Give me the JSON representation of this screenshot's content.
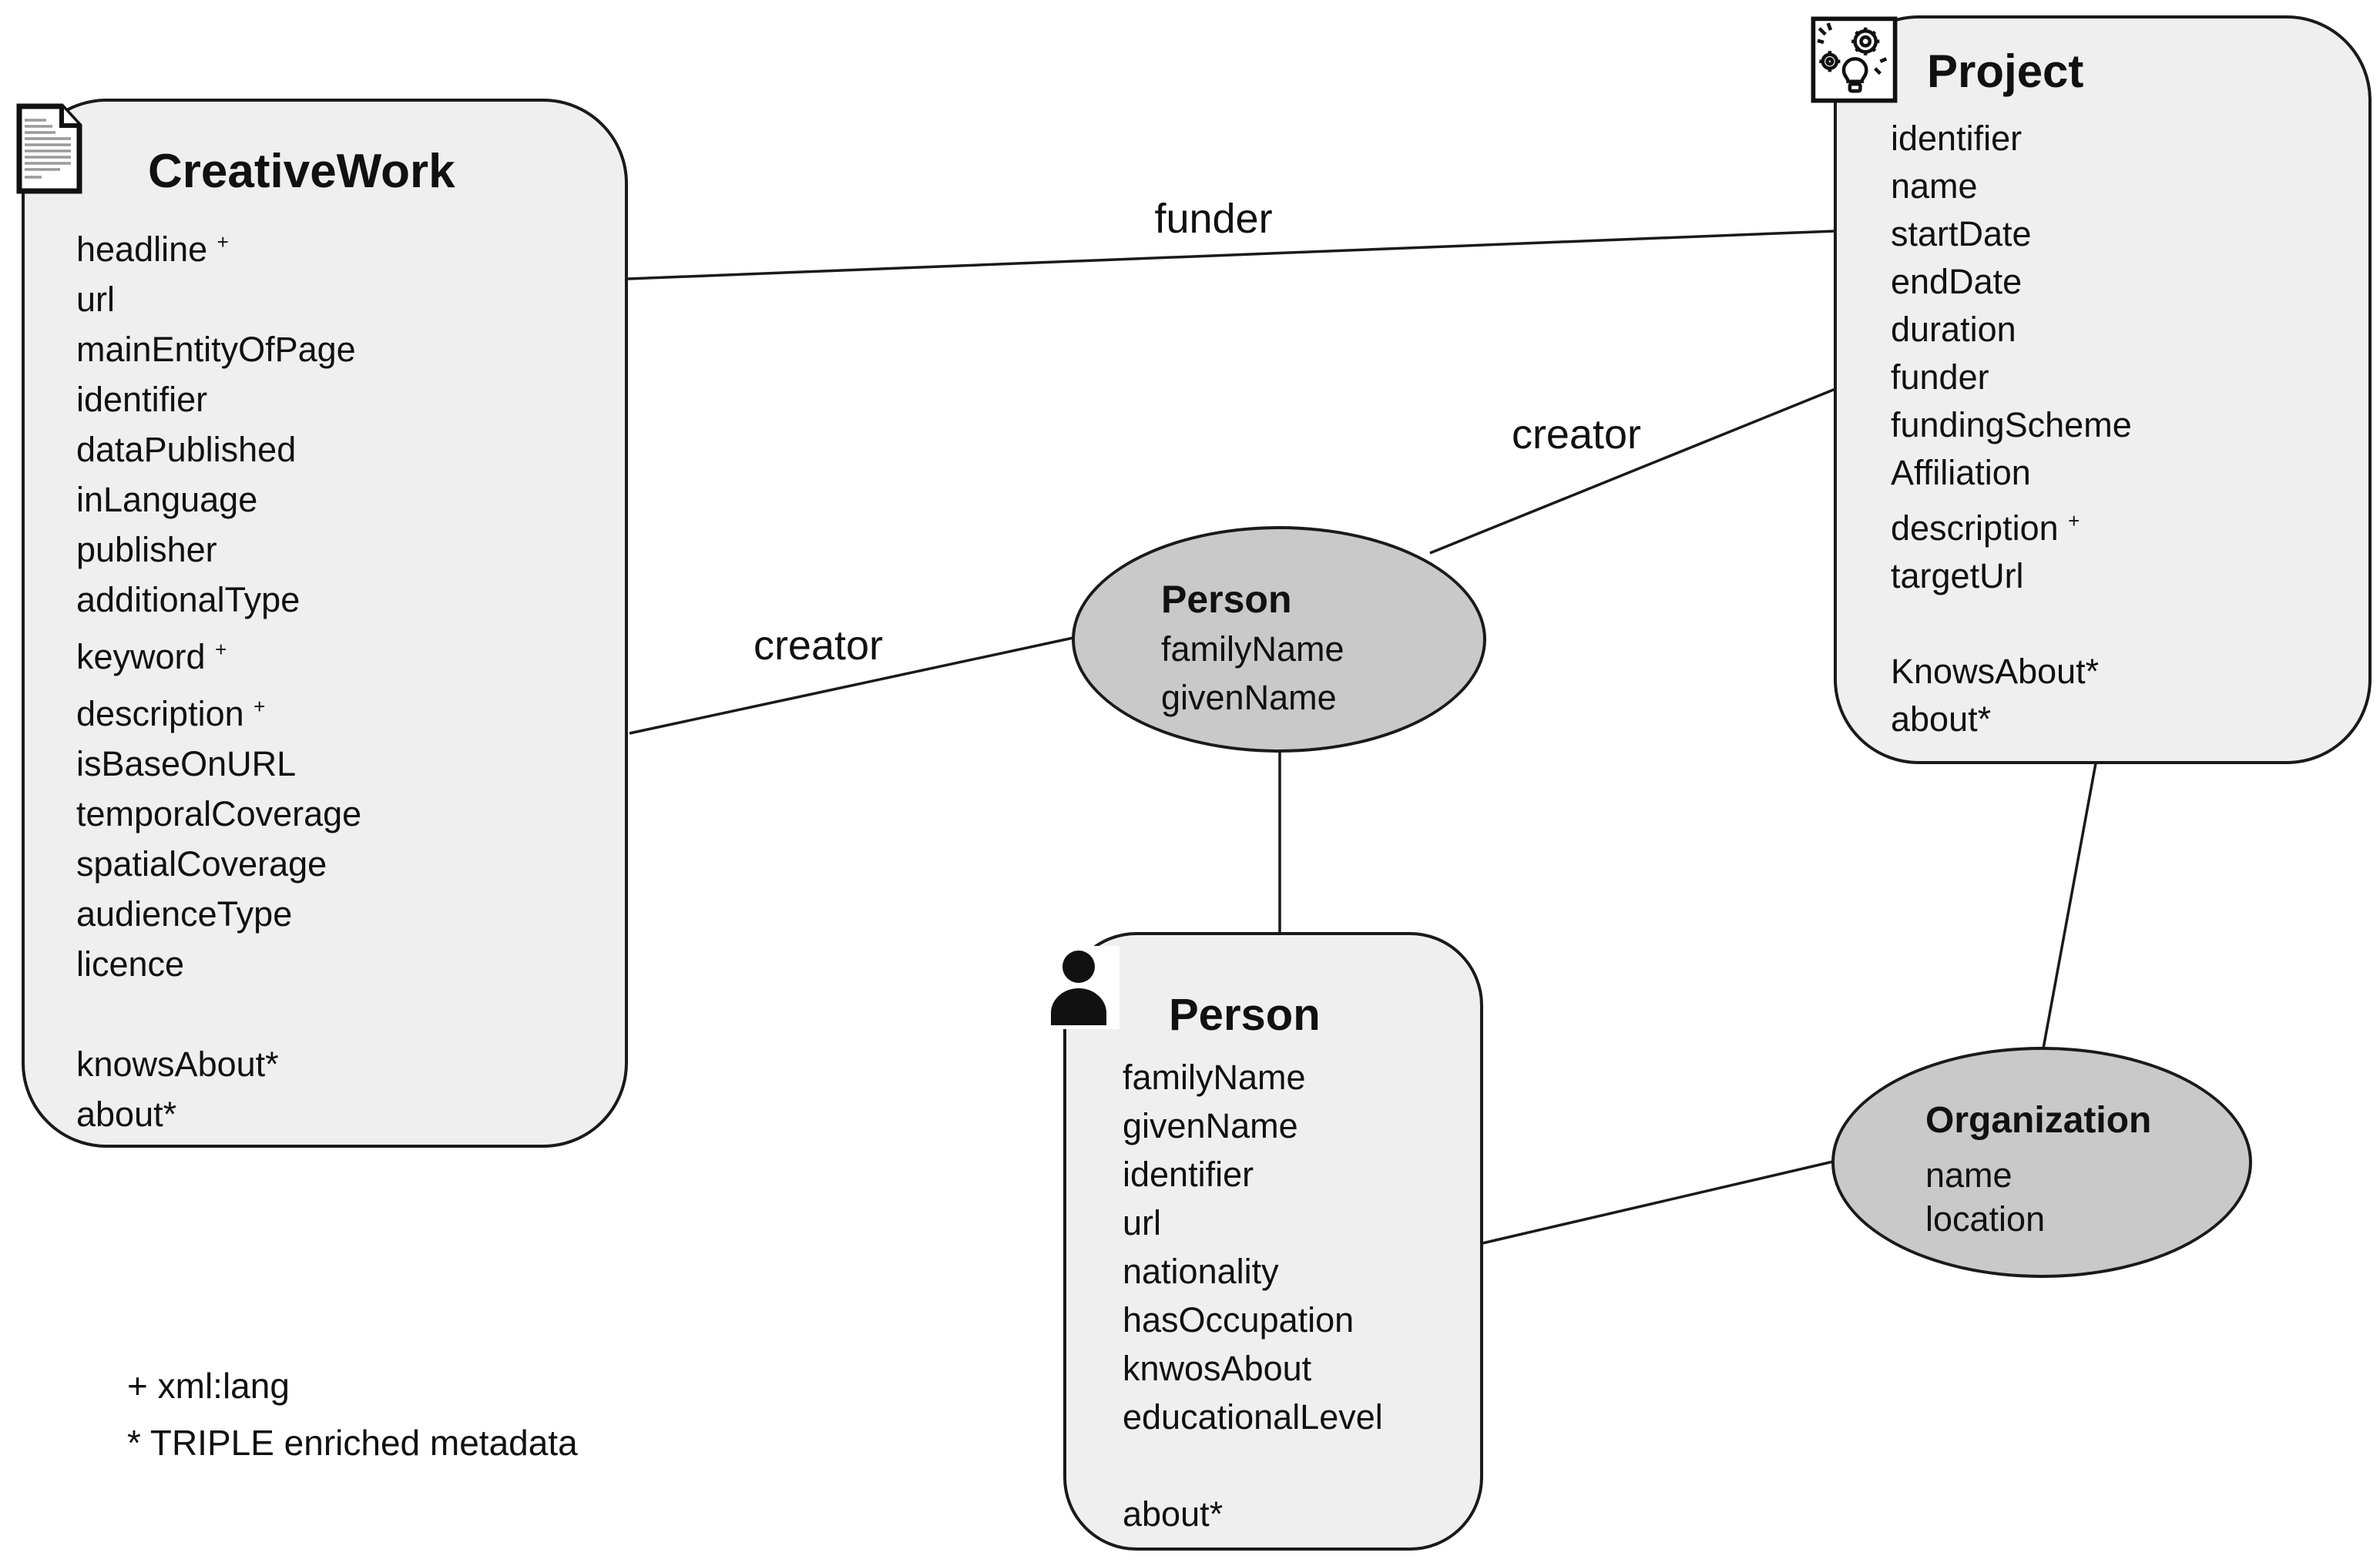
{
  "colors": {
    "background": "#ffffff",
    "box_fill": "#efefef",
    "ellipse_fill": "#c9c9c9",
    "stroke": "#1a1a1a",
    "text": "#111111"
  },
  "nodes": {
    "creativework": {
      "title": "CreativeWork",
      "icon": "document-icon",
      "attributes": [
        "headline+",
        "url",
        "mainEntityOfPage",
        "identifier",
        "dataPublished",
        "inLanguage",
        "publisher",
        "additionalType",
        "keyword+",
        "description+",
        "isBaseOnURL",
        "temporalCoverage",
        "spatialCoverage",
        "audienceType",
        "licence",
        "",
        "knowsAbout*",
        "about*"
      ]
    },
    "project": {
      "title": "Project",
      "icon": "lightbulb-gears-icon",
      "attributes": [
        "identifier",
        "name",
        "startDate",
        "endDate",
        "duration",
        "funder",
        "fundingScheme",
        "Affiliation",
        "description+",
        "targetUrl",
        "",
        "KnowsAbout*",
        "about*"
      ]
    },
    "person_role": {
      "title": "Person",
      "attributes": [
        "familyName",
        "givenName"
      ]
    },
    "person": {
      "title": "Person",
      "icon": "person-icon",
      "attributes": [
        "familyName",
        "givenName",
        "identifier",
        "url",
        "nationality",
        "hasOccupation",
        "knwosAbout",
        "educationalLevel",
        "",
        "about*"
      ]
    },
    "organization": {
      "title": "Organization",
      "attributes": [
        "name",
        "location"
      ]
    }
  },
  "edges": [
    {
      "id": "creativework-project",
      "label": "funder"
    },
    {
      "id": "creativework-person-role",
      "label": "creator"
    },
    {
      "id": "person-role-project",
      "label": "creator"
    },
    {
      "id": "person-role-person",
      "label": ""
    },
    {
      "id": "person-organization",
      "label": ""
    },
    {
      "id": "project-organization",
      "label": ""
    }
  ],
  "legend": {
    "lines": [
      "+ xml:lang",
      "* TRIPLE enriched metadata"
    ]
  }
}
